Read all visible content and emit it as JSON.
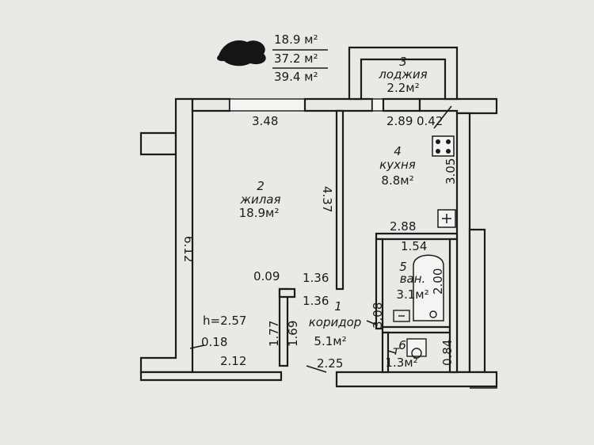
{
  "header_areas": {
    "living": "18.9 м²",
    "total_living": "37.2 м²",
    "total": "39.4 м²"
  },
  "rooms": {
    "room1": {
      "number": "1",
      "name": "коридор",
      "area": "5.1м²"
    },
    "room2": {
      "number": "2",
      "name": "жилая",
      "area": "18.9м²"
    },
    "room3": {
      "number": "3",
      "name": "лоджия",
      "area": "2.2м²"
    },
    "room4": {
      "number": "4",
      "name": "кухня",
      "area": "8.8м²"
    },
    "room5": {
      "number": "5",
      "name": "ван.",
      "area": "3.1м²"
    },
    "room6": {
      "number": "6",
      "name": "т",
      "area": "1.3м²"
    }
  },
  "dimensions": {
    "living_width": "3.48",
    "living_height": "6.12",
    "living_partition": "4.37",
    "kitchen_width": "2.89",
    "kitchen_side": "0.42",
    "kitchen_height": "3.05",
    "kitchen_bottom": "2.88",
    "bath_width": "1.54",
    "bath_height": "2.00",
    "hall_height": "3.08",
    "wc_height": "0.84",
    "wall_gap": "0.09",
    "hall_top": "1.36",
    "hall_mid": "1.36",
    "left_low": "1.77",
    "mid_low": "1.69",
    "bottom_left": "2.12",
    "bottom_corridor": "2.25",
    "corner_small": "0.18"
  },
  "ceiling_height": "h=2.57",
  "colors": {
    "paper": "#e9e9e6",
    "ink": "#1b1b1b"
  }
}
